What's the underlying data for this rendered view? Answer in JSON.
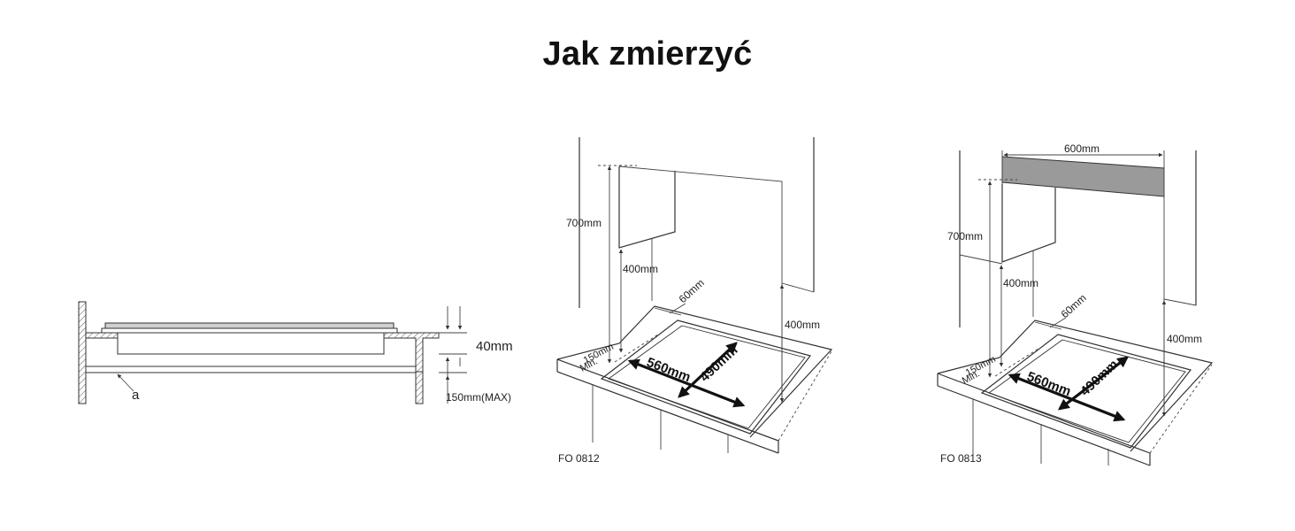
{
  "page_title": "Jak zmierzyć",
  "figure_side": {
    "dim_40": "40mm",
    "dim_150": "150mm(MAX)",
    "label_a": "a"
  },
  "figure_left": {
    "dim_700": "700mm",
    "dim_400_left": "400mm",
    "dim_400_right": "400mm",
    "dim_60": "60mm",
    "dim_150": "150mm",
    "dim_min": "Min.",
    "dim_560": "560mm",
    "dim_490": "490mm",
    "code": "FO 0812"
  },
  "figure_right": {
    "dim_600": "600mm",
    "dim_700": "700mm",
    "dim_400_left": "400mm",
    "dim_400_right": "400mm",
    "dim_60": "60mm",
    "dim_150": "150mm",
    "dim_min": "Min.",
    "dim_560": "560mm",
    "dim_490": "490mm",
    "code": "FO 0813"
  },
  "colors": {
    "line": "#333333",
    "hood": "#9a9a9a",
    "hatch": "#555555"
  }
}
